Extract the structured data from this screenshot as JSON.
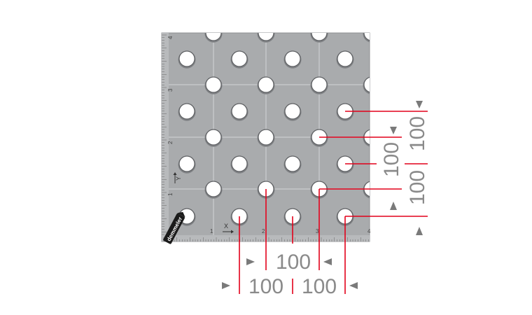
{
  "brand": {
    "logo_text": "demmeler"
  },
  "colors": {
    "plate": "#a9abad",
    "plate_edge": "#8f9194",
    "groove": "#c6c8ca",
    "hole": "#ffffff",
    "dimension_line": "#e2001a",
    "dimension_text": "#8a8a8a",
    "arrow": "#7a7a7a"
  },
  "plate": {
    "grid_numbers_x": [
      "1",
      "2",
      "3",
      "4"
    ],
    "grid_numbers_y": [
      "1",
      "2",
      "3",
      "4"
    ],
    "axis_labels": {
      "x": "X",
      "y": "Y"
    }
  },
  "dimensions": {
    "horizontal_top": "100",
    "horizontal_bottom_left": "100",
    "horizontal_bottom_right": "100",
    "vertical_top": "100",
    "vertical_middle": "100",
    "vertical_bottom": "100"
  }
}
